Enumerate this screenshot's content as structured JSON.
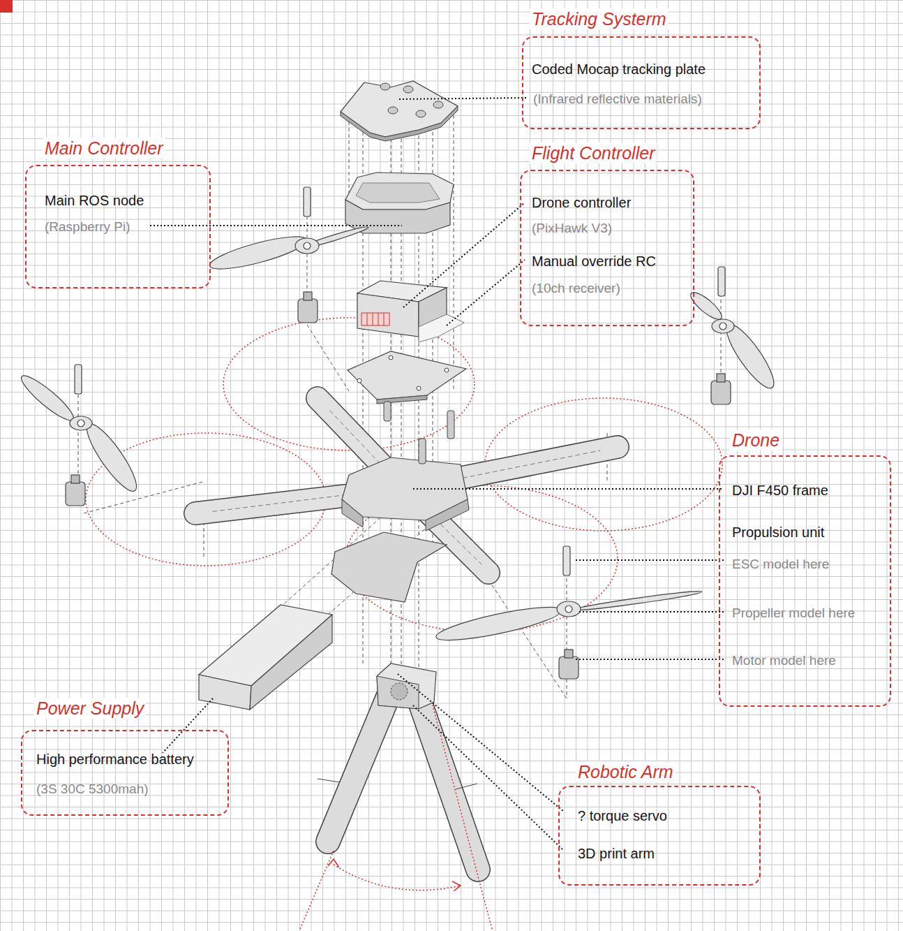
{
  "diagram": {
    "nodes": [
      {
        "text": [
          "Tracking Systerm",
          "Coded Mocap tracking plate",
          "(Infrared reflective materials)"
        ]
      },
      {
        "text": [
          "Main Controller",
          "Main ROS node",
          "(Raspberry Pi)"
        ]
      },
      {
        "text": [
          "Flight Controller",
          "Drone controller",
          "(PixHawk V3)",
          "Manual override RC",
          "(10ch receiver)"
        ]
      },
      {
        "text": [
          "Drone",
          "DJI F450 frame",
          "Propulsion unit",
          "ESC model here",
          "Propeller model here",
          "Motor model here"
        ]
      },
      {
        "text": [
          "Power Supply",
          "High performance battery",
          "(3S 30C 5300mah)"
        ]
      },
      {
        "text": [
          "Robotic Arm",
          "? torque servo",
          "3D print arm"
        ]
      }
    ]
  }
}
